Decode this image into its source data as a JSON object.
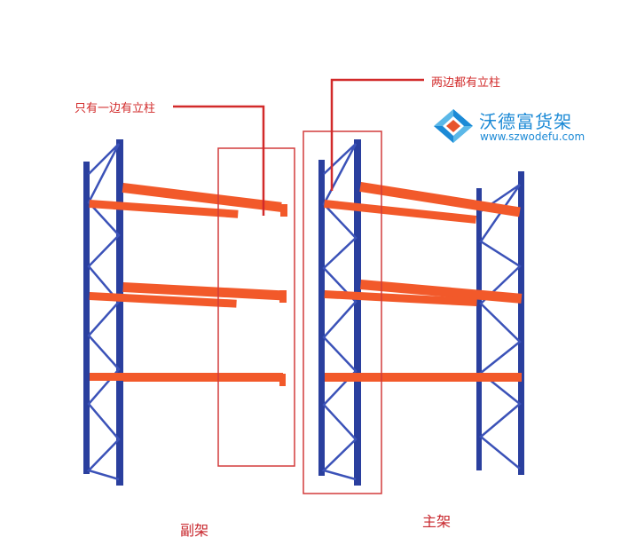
{
  "labels": {
    "left_callout": "只有一边有立柱",
    "right_callout": "两边都有立柱",
    "left_caption": "副架",
    "right_caption": "主架"
  },
  "brand": {
    "name": "沃德富货架",
    "website": "www.szwodefu.com",
    "logo_icon": "diamond-logo-icon"
  },
  "colors": {
    "upright": "#2a3f9e",
    "beam": "#f2592a",
    "callout": "#d22a2a",
    "brand": "#1c8ad6",
    "logo_light": "#5bb8e8"
  }
}
